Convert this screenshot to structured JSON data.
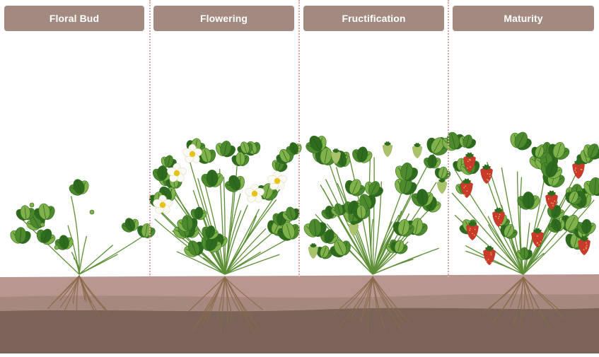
{
  "stages": [
    {
      "label": "Floral Bud"
    },
    {
      "label": "Flowering"
    },
    {
      "label": "Fructification"
    },
    {
      "label": "Maturity"
    }
  ],
  "colors": {
    "header_bg": "#a28a80",
    "header_text": "#ffffff",
    "divider": "#d9a9a0",
    "soil_top": "#b99790",
    "soil_mid": "#a7887f",
    "soil_bottom": "#7a6358",
    "leaf_dark": "#2f6b1f",
    "leaf": "#4c8a2d",
    "leaf_light": "#7fb24a",
    "root": "#8a6a4a",
    "flower_petal": "#fbfaf0",
    "flower_center": "#e6c21a",
    "green_fruit": "#a8c36a",
    "ripe_fruit": "#c93a2a"
  }
}
